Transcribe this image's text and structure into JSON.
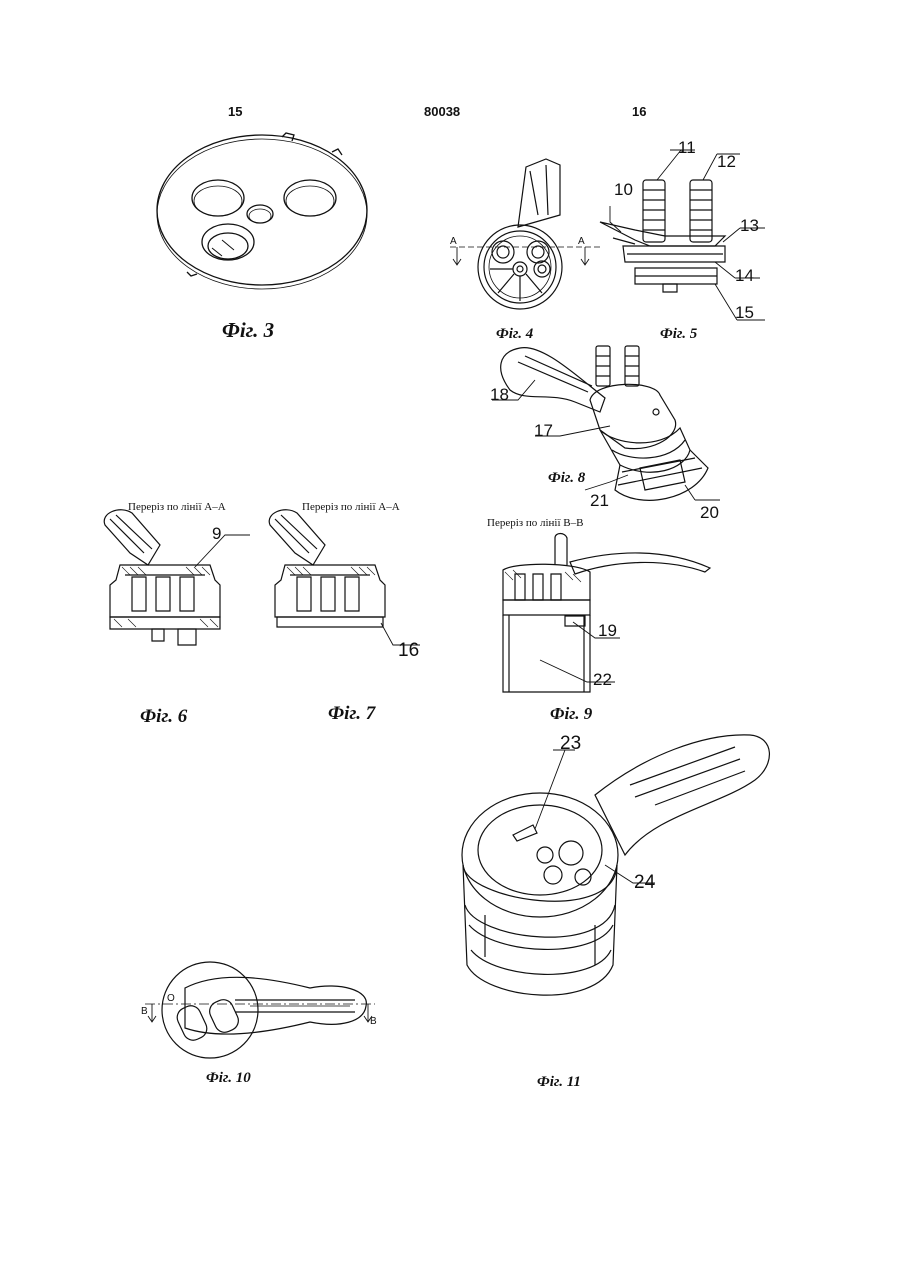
{
  "header": {
    "page_left": "15",
    "patent_number": "80038",
    "page_right": "16"
  },
  "figures": {
    "fig3": {
      "caption": "Фіг. 3"
    },
    "fig4": {
      "caption": "Фіг. 4",
      "section_marks": [
        "A",
        "A"
      ]
    },
    "fig5": {
      "caption": "Фіг. 5",
      "labels": [
        "10",
        "11",
        "12",
        "13",
        "14",
        "15"
      ]
    },
    "fig8": {
      "caption": "Фіг. 8",
      "labels": [
        "18",
        "17",
        "21",
        "20"
      ]
    },
    "fig6": {
      "caption": "Фіг. 6",
      "section_title": "Переріз по лінії А–А",
      "labels": [
        "9"
      ]
    },
    "fig7": {
      "caption": "Фіг. 7",
      "section_title": "Переріз по лінії А–А",
      "labels": [
        "16"
      ]
    },
    "fig9": {
      "caption": "Фіг. 9",
      "section_title": "Переріз по лінії В–В",
      "labels": [
        "19",
        "22"
      ]
    },
    "fig10": {
      "caption": "Фіг. 10",
      "section_marks": [
        "B",
        "B"
      ],
      "axis_mark": "O"
    },
    "fig11": {
      "caption": "Фіг. 11",
      "labels": [
        "23",
        "24"
      ]
    }
  }
}
